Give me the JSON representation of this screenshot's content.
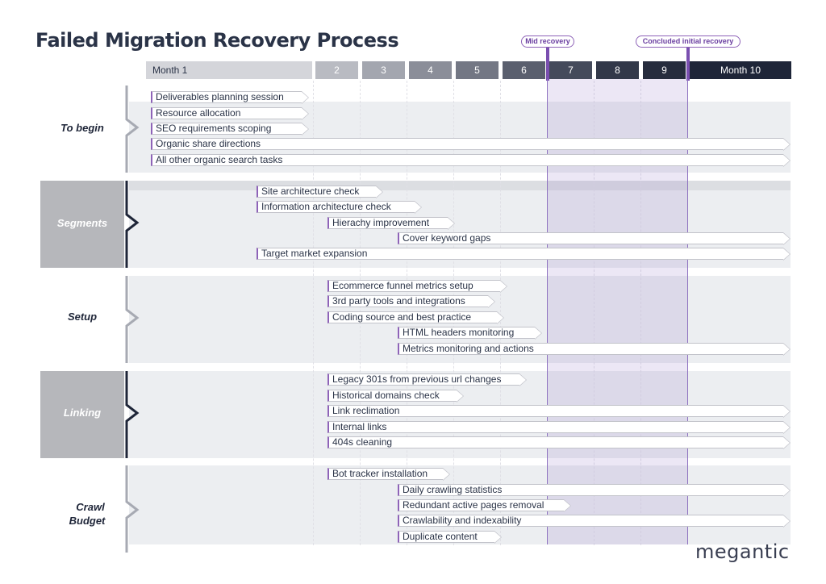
{
  "title": "Failed Migration Recovery Process",
  "milestones": {
    "mid": "Mid recovery",
    "concluded": "Concluded initial recovery"
  },
  "months": [
    "Month 1",
    "2",
    "3",
    "4",
    "5",
    "6",
    "7",
    "8",
    "9",
    "Month 10"
  ],
  "sections": {
    "to_begin": {
      "label": "To begin",
      "tasks": [
        "Deliverables planning session",
        "Resource allocation",
        "SEO requirements scoping",
        "Organic share directions",
        "All other organic search tasks"
      ]
    },
    "segments": {
      "label": "Segments",
      "tasks": [
        "Site architecture check",
        "Information architecture check",
        "Hierachy improvement",
        "Cover keyword gaps",
        "Target market expansion"
      ]
    },
    "setup": {
      "label": "Setup",
      "tasks": [
        "Ecommerce funnel metrics setup",
        "3rd party tools and integrations",
        "Coding source and best practice",
        "HTML headers monitoring",
        "Metrics monitoring and actions"
      ]
    },
    "linking": {
      "label": "Linking",
      "tasks": [
        "Legacy 301s from previous url changes",
        "Historical domains check",
        "Link reclimation",
        "Internal links",
        "404s cleaning"
      ]
    },
    "crawl_budget": {
      "label_line1": "Crawl",
      "label_line2": "Budget",
      "tasks": [
        "Bot tracker installation",
        "Daily crawling statistics",
        "Redundant active pages removal",
        "Crawlability and indexability",
        "Duplicate content"
      ]
    }
  },
  "brand": "megantic",
  "colors": {
    "accent": "#8e63b8",
    "band": "#d9cfe8",
    "header_dark": "#1e2538"
  }
}
